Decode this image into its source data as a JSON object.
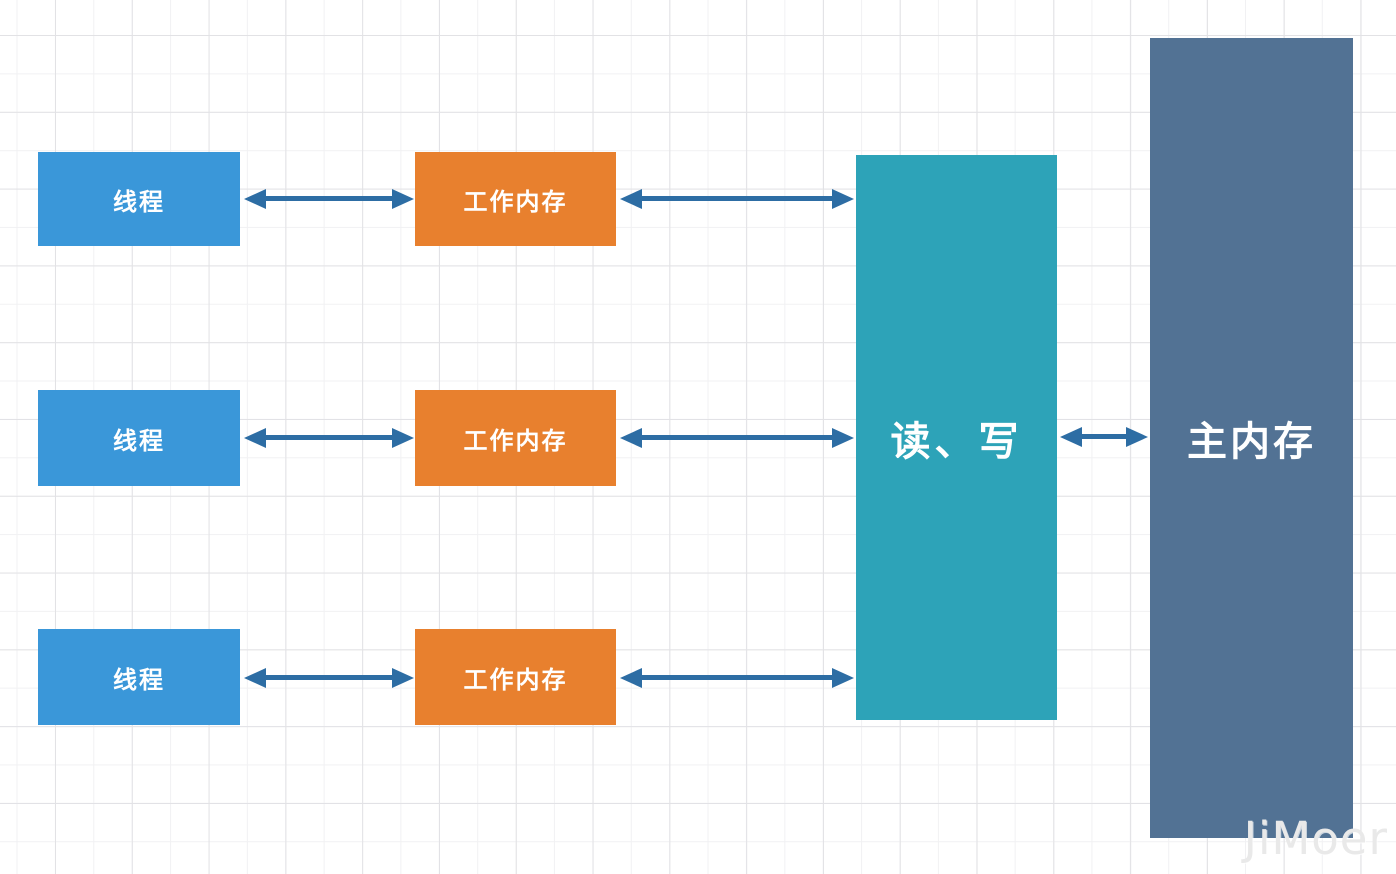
{
  "diagram": {
    "title": "JMM thread / working memory / main memory diagram",
    "threads": [
      {
        "label": "线程"
      },
      {
        "label": "线程"
      },
      {
        "label": "线程"
      }
    ],
    "working_memories": [
      {
        "label": "工作内存"
      },
      {
        "label": "工作内存"
      },
      {
        "label": "工作内存"
      }
    ],
    "read_write": {
      "label": "读、写"
    },
    "main_memory": {
      "label": "主内存"
    },
    "watermark": "JiMoer",
    "colors": {
      "thread": "#3a97d9",
      "working_memory": "#e8802e",
      "read_write": "#2da3b8",
      "main_memory": "#527294",
      "arrow": "#2d6da4",
      "watermark": "#e9e9e9"
    }
  }
}
